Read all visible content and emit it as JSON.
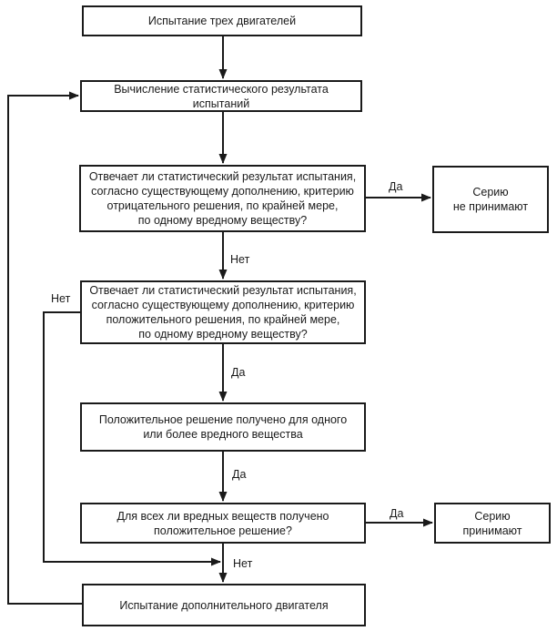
{
  "diagram": {
    "type": "flowchart",
    "language": "ru",
    "colors": {
      "line": "#1a1a1a",
      "background": "#ffffff"
    },
    "boxes": {
      "test_three_engines": {
        "lines": [
          "Испытание трех двигателей"
        ]
      },
      "compute_statistical_result": {
        "lines": [
          "Вычисление статистического результата",
          "испытаний"
        ]
      },
      "negative_criterion_question": {
        "lines": [
          "Отвечает ли статистический результат испытания,",
          "согласно существующему дополнению, критерию",
          "отрицательного решения, по крайней мере,",
          "по одному вредному веществу?"
        ]
      },
      "series_rejected": {
        "lines": [
          "Серию",
          "не принимают"
        ]
      },
      "positive_criterion_question": {
        "lines": [
          "Отвечает ли статистический результат испытания,",
          "согласно существующему дополнению, критерию",
          "положительного решения, по крайней мере,",
          "по одному вредному веществу?"
        ]
      },
      "positive_decision_obtained": {
        "lines": [
          "Положительное решение получено для одного",
          "или более вредного вещества"
        ]
      },
      "all_substances_question": {
        "lines": [
          "Для всех ли вредных веществ получено",
          "положительное решение?"
        ]
      },
      "series_accepted": {
        "lines": [
          "Серию",
          "принимают"
        ]
      },
      "additional_engine_test": {
        "lines": [
          "Испытание дополнительного двигателя"
        ]
      }
    },
    "edge_labels": {
      "negative_yes": "Да",
      "negative_no": "Нет",
      "positive_no": "Нет",
      "positive_yes": "Да",
      "obtained_yes": "Да",
      "all_yes": "Да",
      "all_no": "Нет"
    },
    "edges": [
      {
        "from": "test_three_engines",
        "to": "compute_statistical_result",
        "label": ""
      },
      {
        "from": "compute_statistical_result",
        "to": "negative_criterion_question",
        "label": ""
      },
      {
        "from": "negative_criterion_question",
        "to": "series_rejected",
        "label": "Да"
      },
      {
        "from": "negative_criterion_question",
        "to": "positive_criterion_question",
        "label": "Нет"
      },
      {
        "from": "positive_criterion_question",
        "to": "additional_engine_test",
        "label": "Нет"
      },
      {
        "from": "positive_criterion_question",
        "to": "positive_decision_obtained",
        "label": "Да"
      },
      {
        "from": "positive_decision_obtained",
        "to": "all_substances_question",
        "label": "Да"
      },
      {
        "from": "all_substances_question",
        "to": "series_accepted",
        "label": "Да"
      },
      {
        "from": "all_substances_question",
        "to": "additional_engine_test",
        "label": "Нет"
      },
      {
        "from": "additional_engine_test",
        "to": "compute_statistical_result",
        "label": ""
      }
    ]
  }
}
